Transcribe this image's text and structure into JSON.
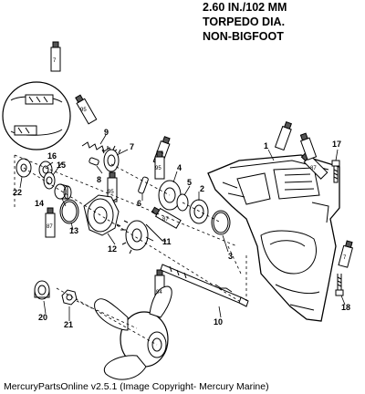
{
  "header": {
    "title_lines": [
      "2.60 IN./102 MM",
      "TORPEDO DIA.",
      "NON-BIGFOOT"
    ]
  },
  "footer": {
    "text": "MercuryPartsOnline v2.5.1 (Image Copyright- Mercury Marine)"
  },
  "callouts": [
    {
      "id": "1",
      "label": "1"
    },
    {
      "id": "2",
      "label": "2"
    },
    {
      "id": "3",
      "label": "3"
    },
    {
      "id": "4",
      "label": "4"
    },
    {
      "id": "5",
      "label": "5"
    },
    {
      "id": "6",
      "label": "6"
    },
    {
      "id": "7",
      "label": "7"
    },
    {
      "id": "8",
      "label": "8"
    },
    {
      "id": "9",
      "label": "9"
    },
    {
      "id": "10",
      "label": "10"
    },
    {
      "id": "11",
      "label": "11"
    },
    {
      "id": "12",
      "label": "12"
    },
    {
      "id": "13",
      "label": "13"
    },
    {
      "id": "14",
      "label": "14"
    },
    {
      "id": "15",
      "label": "15"
    },
    {
      "id": "16",
      "label": "16"
    },
    {
      "id": "17",
      "label": "17"
    },
    {
      "id": "18",
      "label": "18"
    },
    {
      "id": "20",
      "label": "20"
    },
    {
      "id": "21",
      "label": "21"
    },
    {
      "id": "22",
      "label": "22"
    }
  ],
  "tube_tags": [
    {
      "id": "t7a",
      "label": "7"
    },
    {
      "id": "t95a",
      "label": "95"
    },
    {
      "id": "t95b",
      "label": "95"
    },
    {
      "id": "t95c",
      "label": "95"
    },
    {
      "id": "t87a",
      "label": "87"
    },
    {
      "id": "t87b",
      "label": "87"
    },
    {
      "id": "t87c",
      "label": "87"
    },
    {
      "id": "t94",
      "label": "94"
    },
    {
      "id": "t7b",
      "label": "7"
    },
    {
      "id": "t7c",
      "label": "7"
    }
  ]
}
